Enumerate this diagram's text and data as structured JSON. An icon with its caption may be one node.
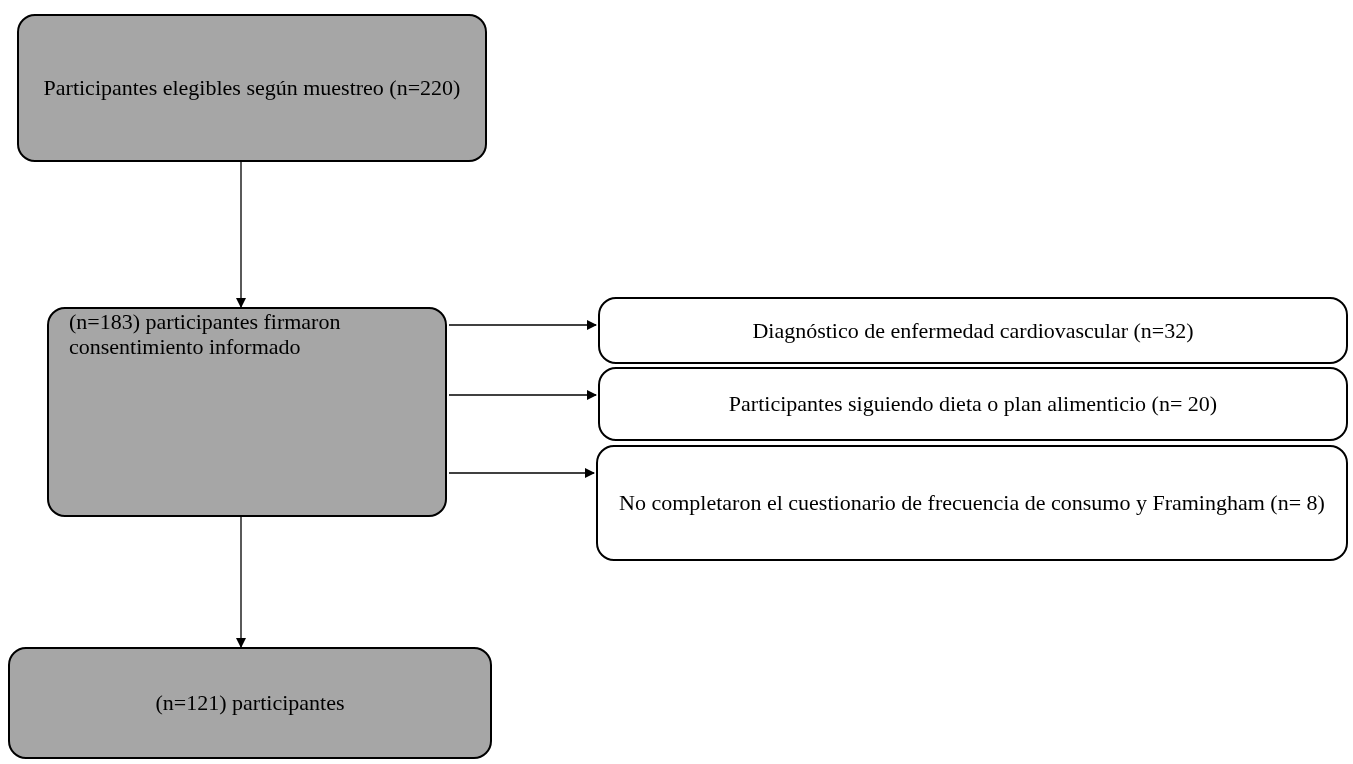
{
  "diagram": {
    "nodes": [
      {
        "text": [
          "Participantes elegibles según muestreo (n=220)"
        ]
      },
      {
        "text": [
          "(n=183) participantes firmaron consentimiento informado"
        ]
      },
      {
        "text": [
          "Diagnóstico de enfermedad cardiovascular (n=32)"
        ]
      },
      {
        "text": [
          "Participantes siguiendo dieta o plan alimenticio (n= 20)"
        ]
      },
      {
        "text": [
          "No completaron el cuestionario de frecuencia de consumo y Framingham (n= 8)"
        ]
      },
      {
        "text": [
          "(n=121) participantes"
        ]
      }
    ],
    "edges": [
      {
        "from": 0,
        "to": 1,
        "arrow": "to"
      },
      {
        "from": 1,
        "to": 2,
        "arrow": "to"
      },
      {
        "from": 1,
        "to": 3,
        "arrow": "to"
      },
      {
        "from": 1,
        "to": 4,
        "arrow": "to"
      },
      {
        "from": 1,
        "to": 5,
        "arrow": "to"
      }
    ]
  }
}
